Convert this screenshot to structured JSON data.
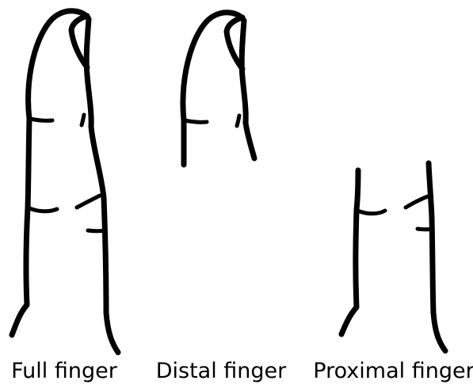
{
  "labels": {
    "full": "Full finger",
    "distal": "Distal finger",
    "proximal": "Proximal finger"
  }
}
